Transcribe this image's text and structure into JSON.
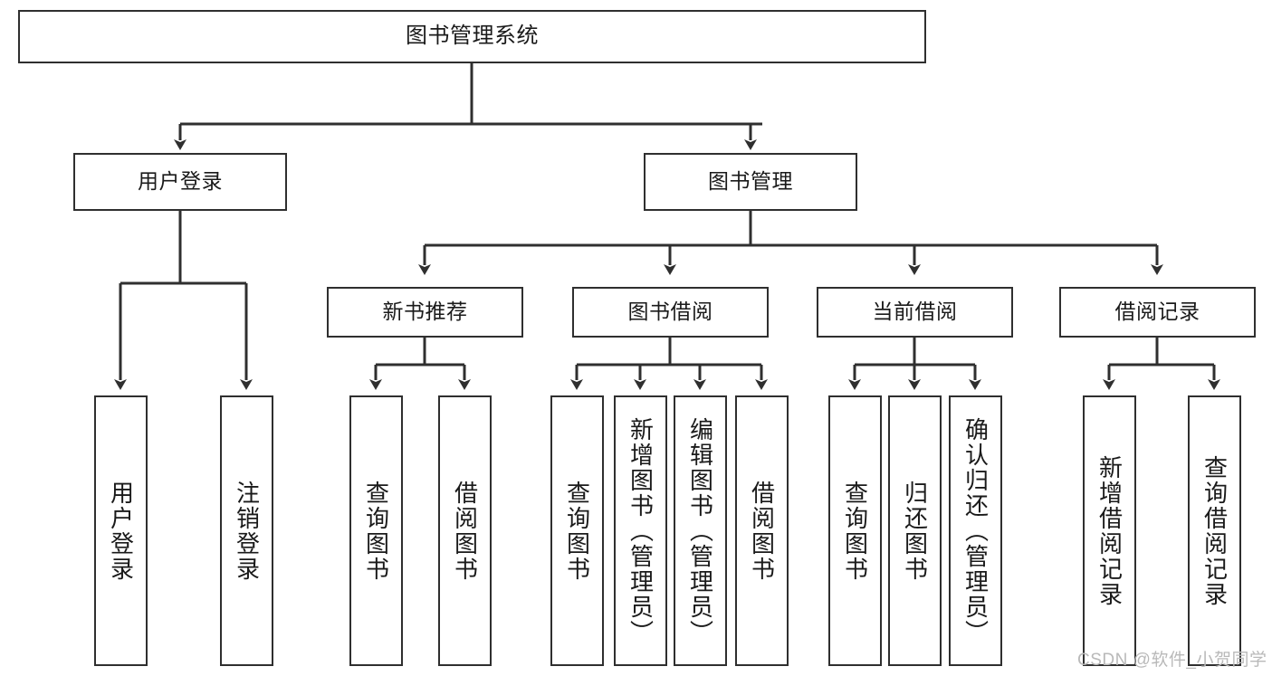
{
  "diagram": {
    "type": "tree-hierarchy",
    "title": "图书管理系统",
    "nodes": {
      "root": {
        "label": "图书管理系统"
      },
      "level1": [
        {
          "id": "user-login",
          "label": "用户登录"
        },
        {
          "id": "book-manage",
          "label": "图书管理"
        }
      ],
      "level2": [
        {
          "id": "new-book-recommend",
          "label": "新书推荐",
          "parent": "book-manage"
        },
        {
          "id": "book-borrow",
          "label": "图书借阅",
          "parent": "book-manage"
        },
        {
          "id": "current-borrow",
          "label": "当前借阅",
          "parent": "book-manage"
        },
        {
          "id": "borrow-record",
          "label": "借阅记录",
          "parent": "book-manage"
        }
      ],
      "leaves": [
        {
          "id": "leaf-user-login",
          "label": "用户登录",
          "parent": "user-login"
        },
        {
          "id": "leaf-logout-login",
          "label": "注销登录",
          "parent": "user-login"
        },
        {
          "id": "leaf-query-book-1",
          "label": "查询图书",
          "parent": "new-book-recommend"
        },
        {
          "id": "leaf-borrow-book-1",
          "label": "借阅图书",
          "parent": "new-book-recommend"
        },
        {
          "id": "leaf-query-book-2",
          "label": "查询图书",
          "parent": "book-borrow"
        },
        {
          "id": "leaf-add-book",
          "label": "新增图书（管理员）",
          "parent": "book-borrow"
        },
        {
          "id": "leaf-edit-book",
          "label": "编辑图书（管理员）",
          "parent": "book-borrow"
        },
        {
          "id": "leaf-borrow-book-2",
          "label": "借阅图书",
          "parent": "book-borrow"
        },
        {
          "id": "leaf-query-book-3",
          "label": "查询图书",
          "parent": "current-borrow"
        },
        {
          "id": "leaf-return-book",
          "label": "归还图书",
          "parent": "current-borrow"
        },
        {
          "id": "leaf-confirm-return",
          "label": "确认归还（管理员）",
          "parent": "current-borrow"
        },
        {
          "id": "leaf-add-record",
          "label": "新增借阅记录",
          "parent": "borrow-record"
        },
        {
          "id": "leaf-query-record",
          "label": "查询借阅记录",
          "parent": "borrow-record"
        }
      ]
    },
    "colors": {
      "stroke": "#2f2f2f",
      "fill": "#ffffff",
      "text": "#1a1a1a",
      "watermark": "#b9b9b9"
    }
  },
  "watermark": {
    "text": "CSDN @软件_小贺同学"
  }
}
